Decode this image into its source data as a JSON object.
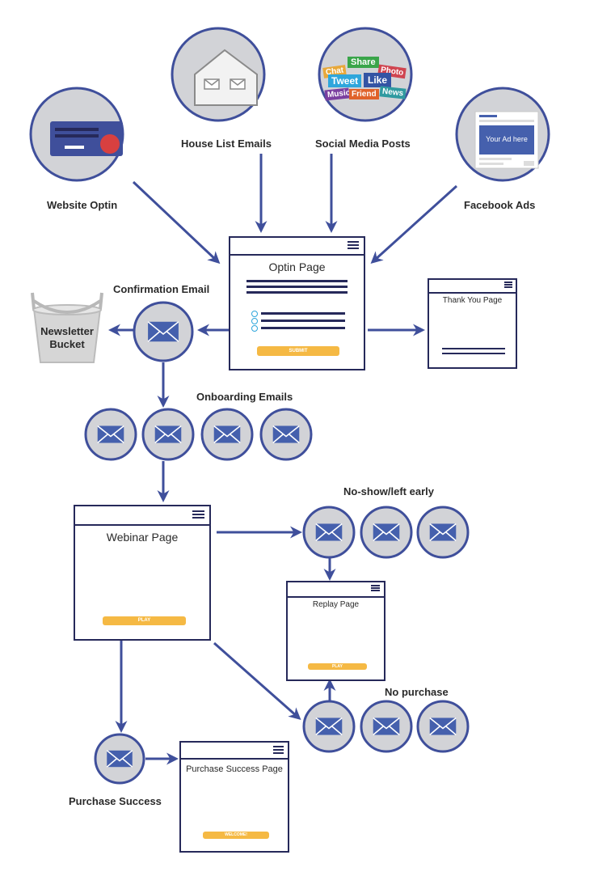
{
  "sources": {
    "website_optin": "Website Optin",
    "house_list": "House List Emails",
    "social_media": "Social Media Posts",
    "facebook_ads": "Facebook Ads"
  },
  "social_tags": [
    "Chat",
    "Share",
    "Photo",
    "Tweet",
    "Like",
    "Music",
    "Friend",
    "News"
  ],
  "fb_ad_text": "Your Ad here",
  "optin_page": {
    "title": "Optin Page",
    "button": "SUBMIT"
  },
  "thank_you_page": {
    "title": "Thank You Page"
  },
  "confirmation_email": "Confirmation Email",
  "newsletter_bucket": "Newsletter Bucket",
  "onboarding_emails": "Onboarding Emails",
  "webinar_page": {
    "title": "Webinar Page",
    "button": "PLAY"
  },
  "no_show": "No-show/left early",
  "replay_page": {
    "title": "Replay Page",
    "button": "PLAY"
  },
  "no_purchase": "No purchase",
  "purchase_success": "Purchase Success",
  "purchase_success_page": {
    "title": "Purchase Success Page",
    "button": "WELCOME!"
  },
  "colors": {
    "navy": "#26295a",
    "arrow": "#3f4f9b",
    "circle_fill": "#d2d3d7",
    "circle_ring": "#3f4f9b",
    "envelope": "#4560ad",
    "button": "#f5b944",
    "check_green": "#3cb64a",
    "smile_green": "#4cc23a"
  }
}
